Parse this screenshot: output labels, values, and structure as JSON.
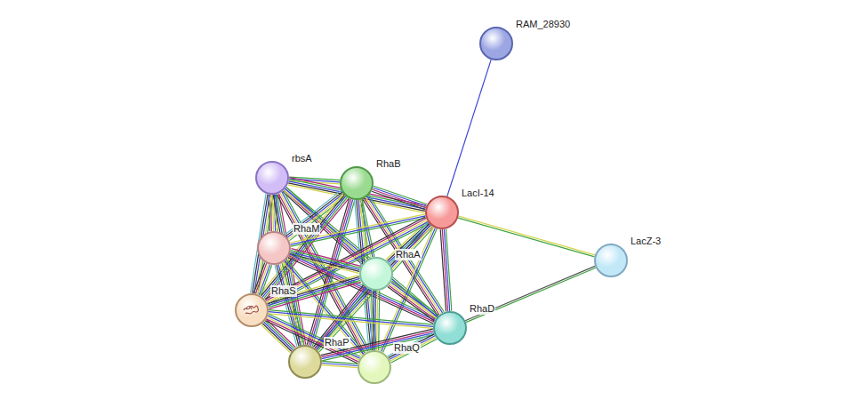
{
  "diagram": {
    "nodes": [
      {
        "text": [
          "RAM_28930"
        ]
      },
      {
        "text": [
          "rbsA"
        ]
      },
      {
        "text": [
          "RhaB"
        ]
      },
      {
        "text": [
          "LacI-14"
        ]
      },
      {
        "text": [
          "RhaM"
        ]
      },
      {
        "text": [
          "LacZ-3"
        ]
      },
      {
        "text": [
          "RhaA"
        ]
      },
      {
        "text": [
          "RhaS"
        ]
      },
      {
        "text": [
          "RhaD"
        ]
      },
      {
        "text": [
          "RhaP"
        ]
      },
      {
        "text": [
          "RhaQ"
        ]
      }
    ],
    "edges": [
      {
        "from": 0,
        "to": 3,
        "arrow": "none"
      },
      {
        "from": 3,
        "to": 5,
        "arrow": "none"
      },
      {
        "from": 8,
        "to": 5,
        "arrow": "none"
      },
      {
        "from": 1,
        "to": 2,
        "arrow": "none"
      },
      {
        "from": 1,
        "to": 3,
        "arrow": "none"
      },
      {
        "from": 1,
        "to": 4,
        "arrow": "none"
      },
      {
        "from": 1,
        "to": 6,
        "arrow": "none"
      },
      {
        "from": 1,
        "to": 7,
        "arrow": "none"
      },
      {
        "from": 1,
        "to": 8,
        "arrow": "none"
      },
      {
        "from": 1,
        "to": 9,
        "arrow": "none"
      },
      {
        "from": 1,
        "to": 10,
        "arrow": "none"
      },
      {
        "from": 2,
        "to": 3,
        "arrow": "none"
      },
      {
        "from": 2,
        "to": 4,
        "arrow": "none"
      },
      {
        "from": 2,
        "to": 6,
        "arrow": "none"
      },
      {
        "from": 2,
        "to": 7,
        "arrow": "none"
      },
      {
        "from": 2,
        "to": 8,
        "arrow": "none"
      },
      {
        "from": 2,
        "to": 9,
        "arrow": "none"
      },
      {
        "from": 2,
        "to": 10,
        "arrow": "none"
      },
      {
        "from": 3,
        "to": 4,
        "arrow": "none"
      },
      {
        "from": 3,
        "to": 6,
        "arrow": "none"
      },
      {
        "from": 3,
        "to": 7,
        "arrow": "none"
      },
      {
        "from": 3,
        "to": 8,
        "arrow": "none"
      },
      {
        "from": 3,
        "to": 9,
        "arrow": "none"
      },
      {
        "from": 3,
        "to": 10,
        "arrow": "none"
      },
      {
        "from": 4,
        "to": 6,
        "arrow": "none"
      },
      {
        "from": 4,
        "to": 7,
        "arrow": "none"
      },
      {
        "from": 4,
        "to": 8,
        "arrow": "none"
      },
      {
        "from": 4,
        "to": 9,
        "arrow": "none"
      },
      {
        "from": 4,
        "to": 10,
        "arrow": "none"
      },
      {
        "from": 6,
        "to": 7,
        "arrow": "none"
      },
      {
        "from": 6,
        "to": 8,
        "arrow": "none"
      },
      {
        "from": 6,
        "to": 9,
        "arrow": "none"
      },
      {
        "from": 6,
        "to": 10,
        "arrow": "none"
      },
      {
        "from": 7,
        "to": 8,
        "arrow": "none"
      },
      {
        "from": 7,
        "to": 9,
        "arrow": "none"
      },
      {
        "from": 7,
        "to": 10,
        "arrow": "none"
      },
      {
        "from": 8,
        "to": 9,
        "arrow": "none"
      },
      {
        "from": 8,
        "to": 10,
        "arrow": "none"
      },
      {
        "from": 9,
        "to": 10,
        "arrow": "none"
      }
    ]
  }
}
